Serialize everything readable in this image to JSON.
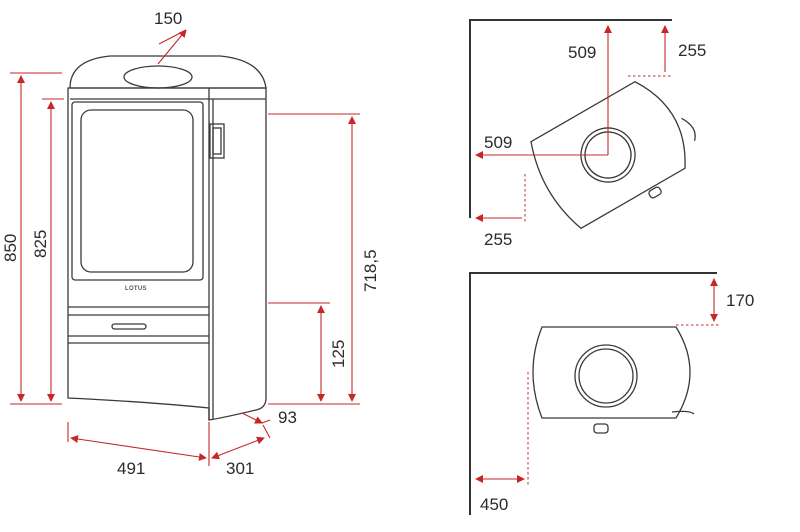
{
  "brand": {
    "logo_text": "LOTUS"
  },
  "colors": {
    "dimension": "#c62828",
    "outline": "#3a3a3a",
    "text": "#2b2b2b",
    "background": "#ffffff"
  },
  "front_view": {
    "top_flue_width": "150",
    "total_height": "850",
    "door_height": "825",
    "rear_flue_height": "718,5",
    "bottom_height": "125",
    "rear_offset": "93",
    "width": "491",
    "depth": "301"
  },
  "corner_view": {
    "vertical_wall_offset": "509",
    "top_clearance": "255",
    "horizontal_wall_offset": "509",
    "side_clearance": "255"
  },
  "wall_view": {
    "rear_clearance": "170",
    "side_clearance": "450"
  }
}
